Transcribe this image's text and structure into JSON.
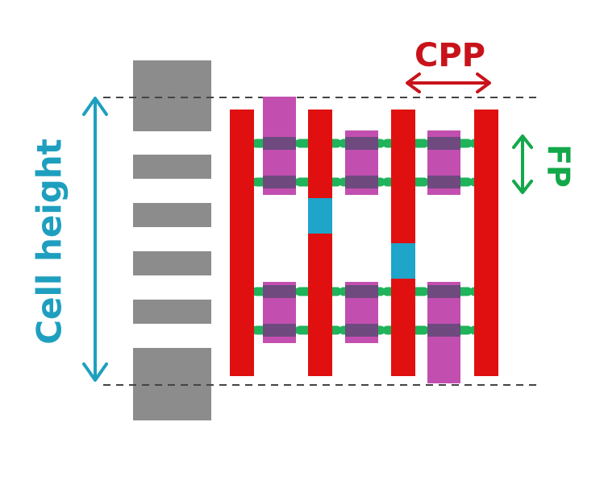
{
  "labels": {
    "cpp": "CPP",
    "fp": "FP",
    "cell_height": "Cell height"
  },
  "colors": {
    "gate": "#e01010",
    "fin": "#c24fb0",
    "fin_overlap": "#6e4a7e",
    "metal_track": "#1fb35a",
    "contact": "#1fa5c9",
    "rail": "#8c8c8c",
    "cpp_text": "#c8131a",
    "fp_text": "#13a84a",
    "cell_height_text": "#1f9fbf",
    "dashed_line": "#444444"
  }
}
